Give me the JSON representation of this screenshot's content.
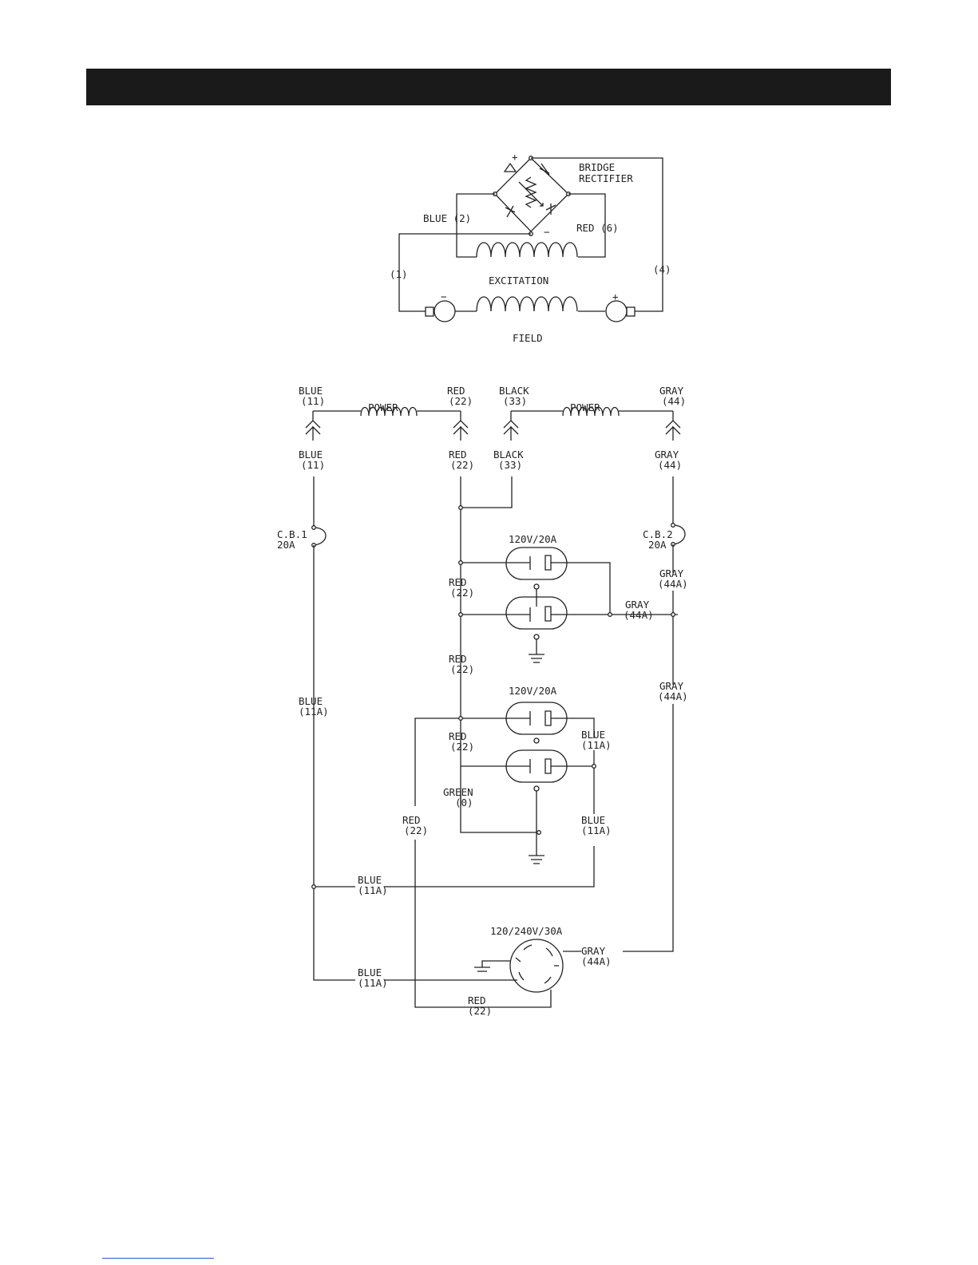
{
  "labels": {
    "bridge1": "BRIDGE",
    "bridge2": "RECTIFIER",
    "plus": "+",
    "minus": "−",
    "blue2": "BLUE (2)",
    "red6": "RED (6)",
    "w1": "(1)",
    "w4": "(4)",
    "excitation": "EXCITATION",
    "field": "FIELD",
    "power": "POWER",
    "blue": "BLUE",
    "red": "RED",
    "black": "BLACK",
    "gray": "GRAY",
    "green": "GREEN",
    "n11": "(11)",
    "n22": "(22)",
    "n33": "(33)",
    "n44": "(44)",
    "n11a": "(11A)",
    "n44a": "(44A)",
    "n0": "(0)",
    "cb1": "C.B.1",
    "cb2": "C.B.2",
    "amp20": "20A",
    "rating120": "120V/20A",
    "rating240": "120/240V/30A"
  }
}
